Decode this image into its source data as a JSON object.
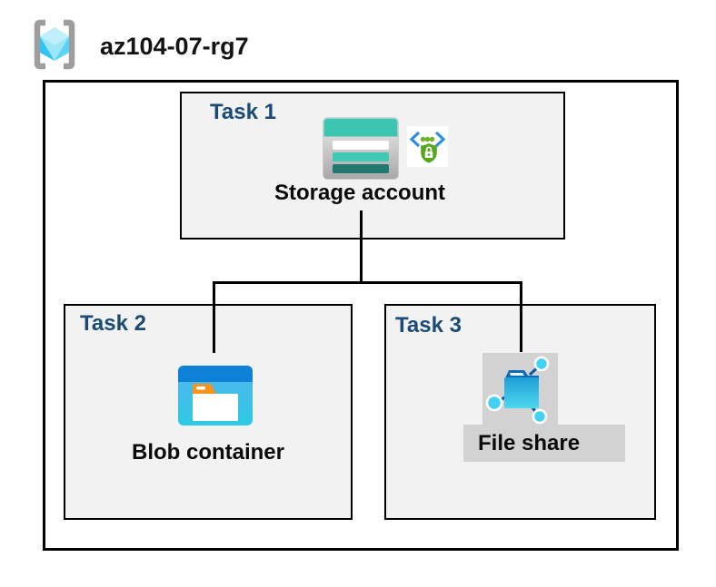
{
  "header": {
    "resource_group_name": "az104-07-rg7",
    "resource_group_icon": "resource-group-icon"
  },
  "diagram": {
    "task1": {
      "label": "Task 1",
      "item": "Storage account",
      "icons": [
        "storage-account-icon",
        "secured-api-icon"
      ]
    },
    "task2": {
      "label": "Task 2",
      "item": "Blob container",
      "icons": [
        "blob-container-icon"
      ]
    },
    "task3": {
      "label": "Task 3",
      "item": "File share",
      "icons": [
        "file-share-icon"
      ]
    },
    "connections": [
      {
        "from": "Storage account",
        "to": "Blob container"
      },
      {
        "from": "Storage account",
        "to": "File share"
      }
    ]
  },
  "colors": {
    "task_label_blue": "#1B4A74",
    "box_fill": "#F2F2F2",
    "box_border": "#000000",
    "storage_teal": "#3EC5B2",
    "storage_teal_dark": "#20786E",
    "blob_header_blue": "#0D80D8",
    "blob_body_cyan": "#2ECAE3",
    "folder_tab_orange": "#F7941E",
    "file_share_blue": "#1E9ED6",
    "node_cyan": "#41D1F3",
    "rg_bracket_gray": "#9E9E9E",
    "cube_cyan": "#2FC4EF",
    "gray_plate": "#D2D2D2",
    "api_bracket_blue": "#2D8FE0",
    "api_green": "#6CB423",
    "shield_green": "#55A71E"
  }
}
